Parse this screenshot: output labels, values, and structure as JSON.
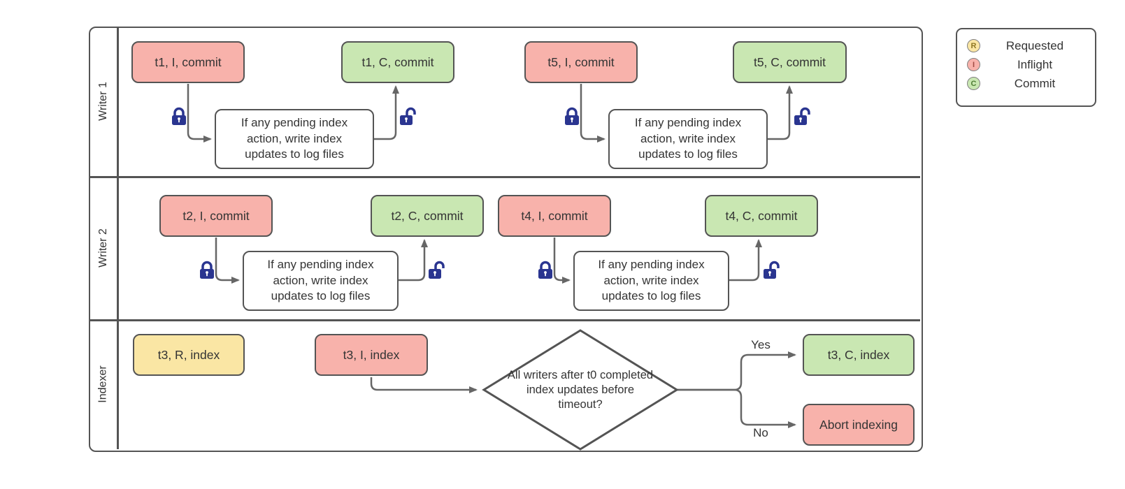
{
  "lanes": {
    "writer1": "Writer 1",
    "writer2": "Writer 2",
    "indexer": "Indexer"
  },
  "nodes": {
    "t1_inflight": "t1, I, commit",
    "t1_commit": "t1, C, commit",
    "t5_inflight": "t5, I, commit",
    "t5_commit": "t5, C, commit",
    "t2_inflight": "t2, I, commit",
    "t2_commit": "t2, C, commit",
    "t4_inflight": "t4, I, commit",
    "t4_commit": "t4, C, commit",
    "t3_requested": "t3, R, index",
    "t3_inflight": "t3, I, index",
    "t3_commit": "t3, C, index",
    "abort": "Abort indexing",
    "process": "If any pending index action, write index updates to log files",
    "decision": "All writers after t0 completed index updates before timeout?"
  },
  "branch_labels": {
    "yes": "Yes",
    "no": "No"
  },
  "legend": {
    "items": [
      {
        "symbol": "R",
        "label": "Requested"
      },
      {
        "symbol": "I",
        "label": "Inflight"
      },
      {
        "symbol": "C",
        "label": "Commit"
      }
    ]
  },
  "colors": {
    "inflight_fill": "#f8b2ab",
    "commit_fill": "#c9e7b2",
    "requested_fill": "#fae6a4",
    "shape_border": "#545454",
    "arrow": "#666666",
    "lock_blue": "#2a3590"
  }
}
